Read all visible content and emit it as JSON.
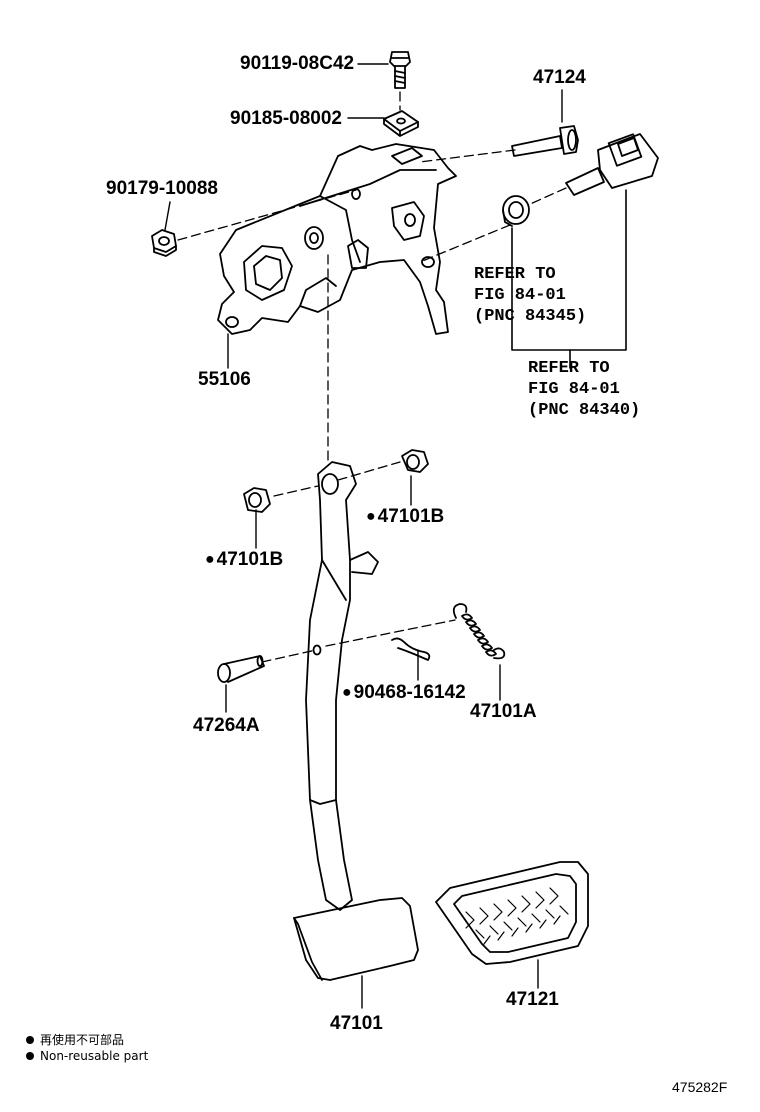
{
  "parts": {
    "p90119": "90119-08C42",
    "p90185": "90185-08002",
    "p47124": "47124",
    "p90179": "90179-10088",
    "p55106": "55106",
    "p47101b_right": "47101B",
    "p47101b_left": "47101B",
    "p47264a": "47264A",
    "p90468": "90468-16142",
    "p47101a": "47101A",
    "p47101": "47101",
    "p47121": "47121"
  },
  "non_reusable_marker": "●",
  "refs": {
    "ref1": {
      "line1": "REFER TO",
      "line2": "FIG 84-01",
      "line3": "(PNC 84345)"
    },
    "ref2": {
      "line1": "REFER TO",
      "line2": "FIG 84-01",
      "line3": "(PNC 84340)"
    }
  },
  "legend": {
    "jp": "再使用不可部品",
    "en": "Non-reusable part"
  },
  "figure_number": "475282F"
}
